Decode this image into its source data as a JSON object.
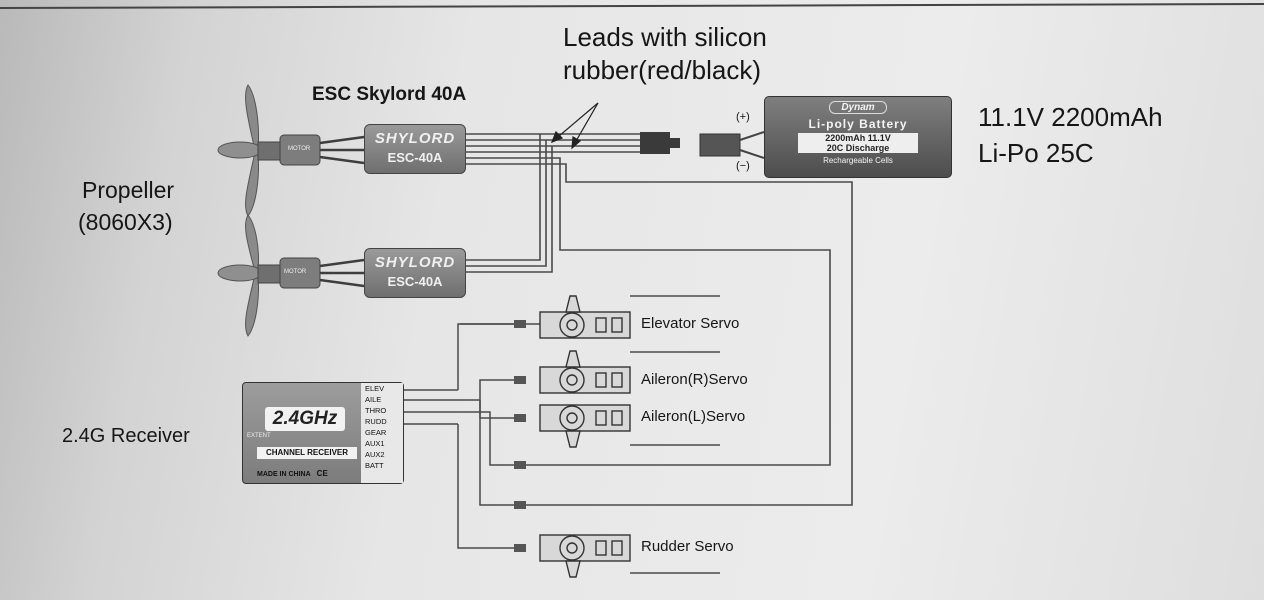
{
  "labels": {
    "leads": [
      "Leads with silicon",
      "rubber(red/black)"
    ],
    "esc_title": "ESC Skylord 40A",
    "battery_spec": [
      "11.1V 2200mAh",
      "Li-Po  25C"
    ],
    "propeller": [
      "Propeller",
      "(8060X3)"
    ],
    "receiver_label": "2.4G  Receiver",
    "polarity_plus": "(+)",
    "polarity_minus": "(−)"
  },
  "escs": [
    {
      "brand": "SHYLORD",
      "model": "ESC-40A"
    },
    {
      "brand": "SHYLORD",
      "model": "ESC-40A"
    }
  ],
  "motor_label": "MOTOR",
  "battery": {
    "logo": "Dynam",
    "type": "Li-poly Battery",
    "spec_line1": "2200mAh     11.1V",
    "spec_line2": "20C Discharge",
    "note": "Rechargeable Cells"
  },
  "receiver": {
    "logo": "2.4GHz",
    "extent": "EXTENT",
    "channel_text": "CHANNEL RECEIVER",
    "made": "MADE IN CHINA",
    "marks": "CE",
    "ports": [
      "ELEV",
      "AILE",
      "THRO",
      "RUDD",
      "GEAR",
      "AUX1",
      "AUX2",
      "BATT"
    ]
  },
  "servos": [
    {
      "label": "Elevator  Servo"
    },
    {
      "label": "Aileron(R)Servo"
    },
    {
      "label": "Aileron(L)Servo"
    },
    {
      "label": "Rudder  Servo"
    }
  ],
  "colors": {
    "paper": "#e6e6e6",
    "ink": "#161616",
    "device": "#7a7a7a",
    "wire": "#4a4a4a"
  }
}
